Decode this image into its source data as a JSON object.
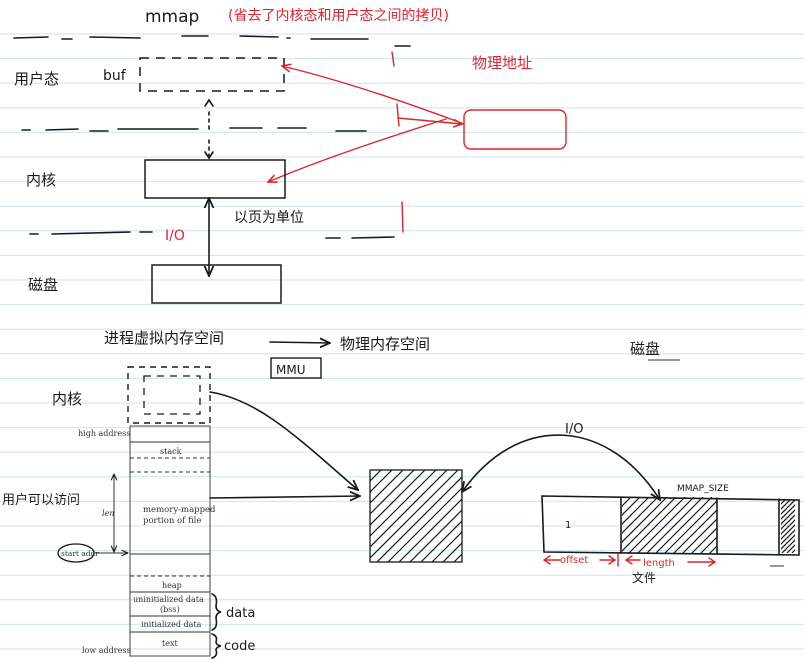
{
  "top": {
    "title": "mmap",
    "title_note": "(省去了内核态和用户态之间的拷贝)",
    "user_mode": "用户态",
    "buf": "buf",
    "physical_address": "物理地址",
    "kernel": "内核",
    "io": "I/O",
    "page_unit": "以页为单位",
    "disk": "磁盘"
  },
  "middle": {
    "virtual_space": "进程虚拟内存空间",
    "physical_space": "物理内存空间",
    "mmu": "MMU",
    "disk": "磁盘"
  },
  "bottom": {
    "kernel": "内核",
    "high_address": "high address",
    "stack": "stack",
    "mapped_line1": "memory-mapped",
    "mapped_line2": "portion of file",
    "len": "len",
    "user_visible": "用户可以访问",
    "start_addr": "start addr",
    "heap": "heap",
    "bss_line1": "uninitialized data",
    "bss_line2": "(bss)",
    "init_data": "initialized data",
    "text": "text",
    "low_address": "low address",
    "data_label": "data",
    "code_label": "code",
    "io": "I/O",
    "mmap_size": "MMAP_SIZE",
    "one": "1",
    "offset": "offset",
    "length": "length",
    "file": "文件"
  }
}
